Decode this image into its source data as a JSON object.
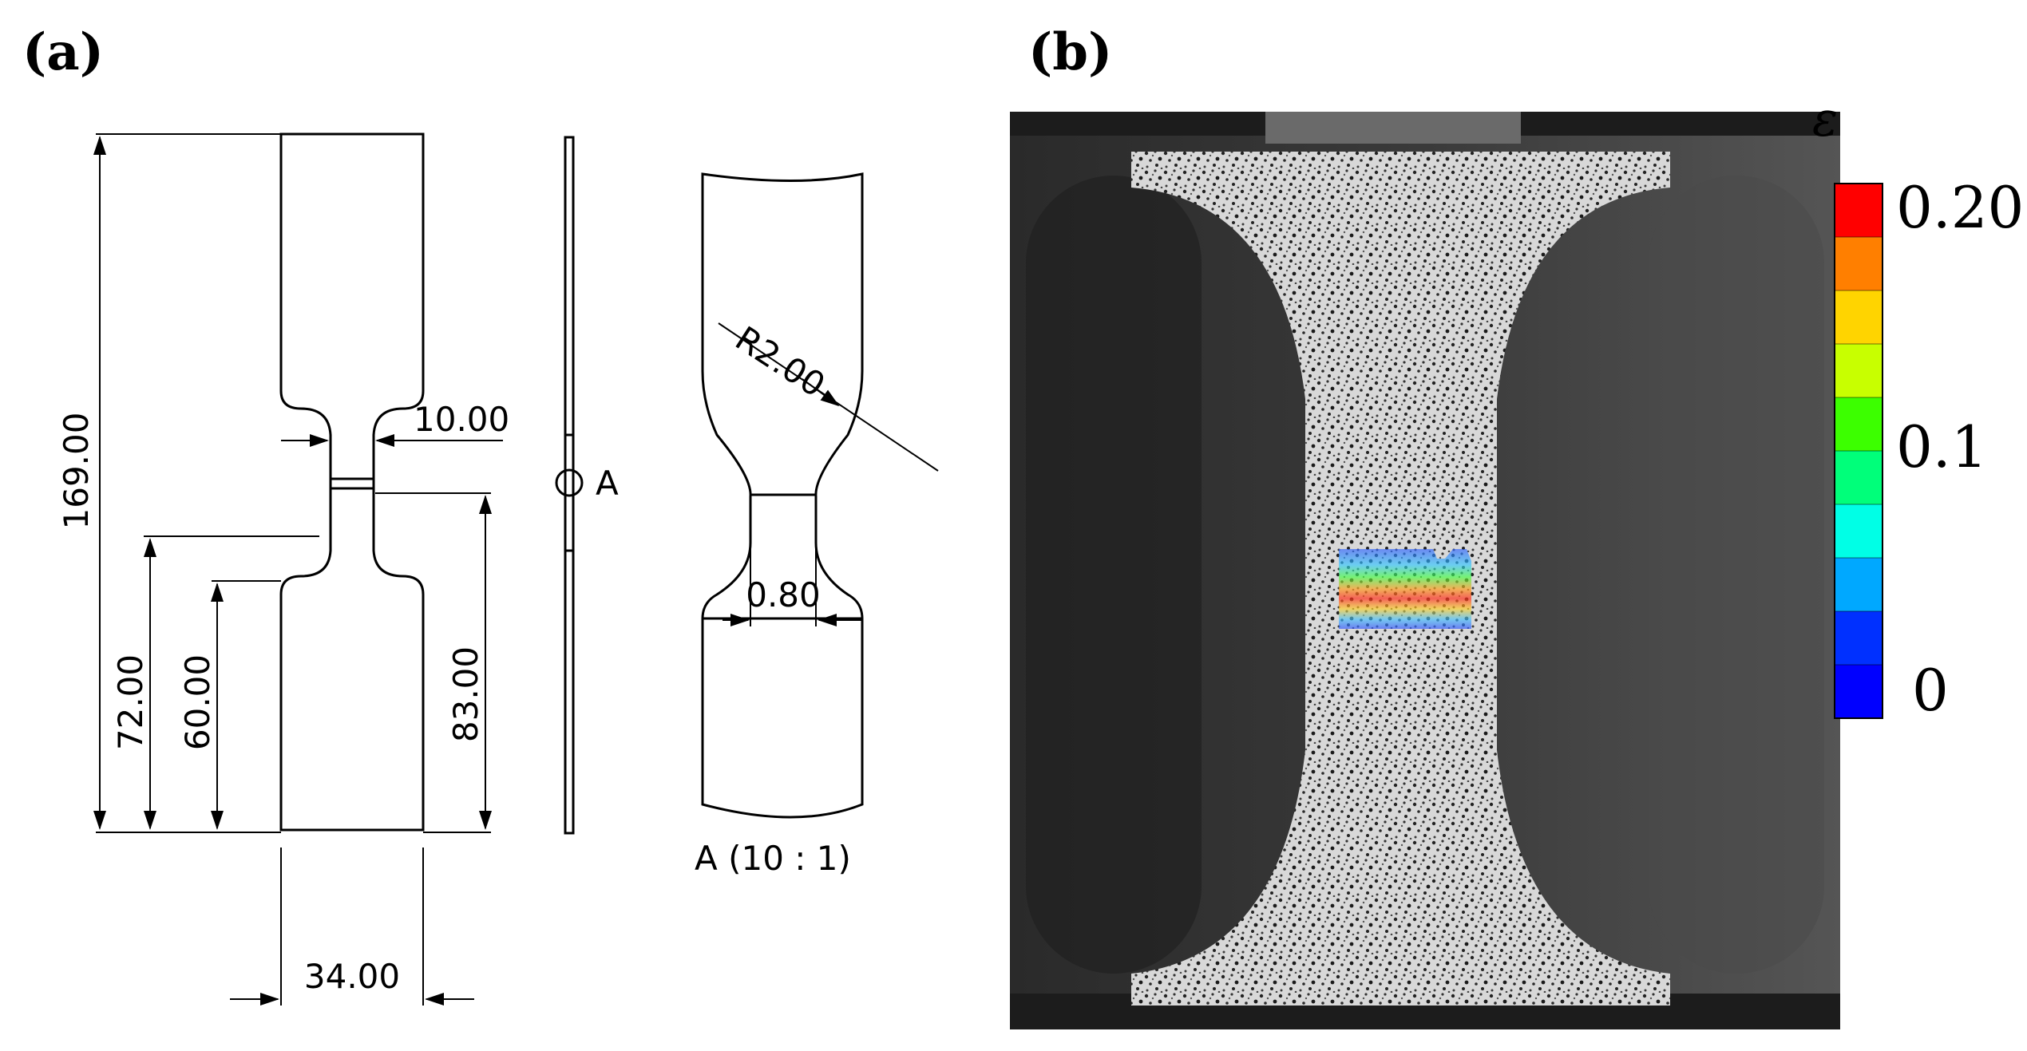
{
  "panels": {
    "a": {
      "label": "(a)"
    },
    "b": {
      "label": "(b)"
    }
  },
  "drawing": {
    "dimensions": {
      "total_length": "169.00",
      "neck_width": "10.00",
      "lower_fillet_height": "72.00",
      "lower_grip_height": "60.00",
      "upper_offset": "83.00",
      "grip_width": "34.00"
    },
    "section_marker": "A",
    "detail": {
      "radius": "R2.00",
      "gauge_width": "0.80",
      "caption": "A (10 : 1)"
    }
  },
  "strain_map": {
    "symbol": "ε",
    "colorbar_ticks": [
      "0.20",
      "0.1",
      "0"
    ],
    "colors": [
      "#ff0000",
      "#ff7f00",
      "#ffd400",
      "#c8ff00",
      "#3cff00",
      "#00ff7a",
      "#00ffe6",
      "#00a8ff",
      "#0030ff",
      "#0000ff"
    ]
  }
}
